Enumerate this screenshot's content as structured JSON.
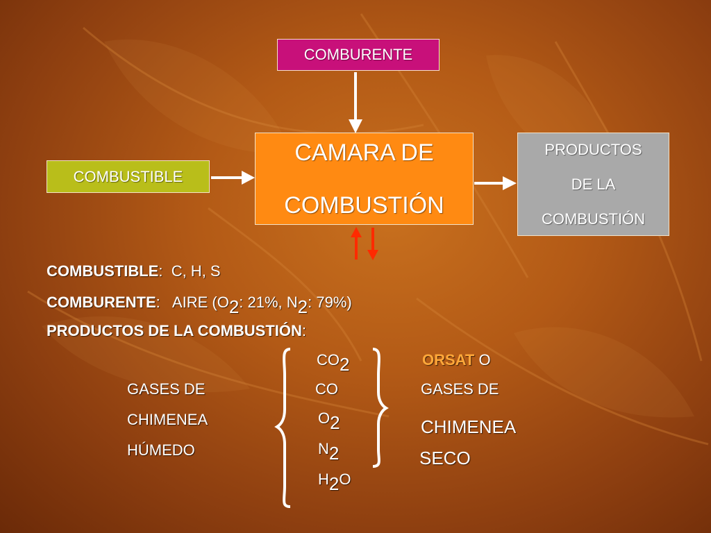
{
  "diagram": {
    "comburente_label": "COMBURENTE",
    "camara_line1": "CAMARA DE",
    "camara_line2": "COMBUSTIÓN",
    "combustible_label": "COMBUSTIBLE",
    "productos_line1": "PRODUCTOS",
    "productos_line2": "DE LA",
    "productos_line3": "COMBUSTIÓN"
  },
  "info": {
    "combustible_key": "COMBUSTIBLE",
    "combustible_colon": ":",
    "combustible_value": "C, H, S",
    "comburente_key": "COMBURENTE",
    "comburente_colon": ":",
    "comburente_value_a": "AIRE (O",
    "comburente_sub_a": "2",
    "comburente_value_b": ": 21%, N",
    "comburente_sub_b": "2",
    "comburente_value_c": ": 79%)",
    "productos_key": "PRODUCTOS DE LA COMBUSTIÓN",
    "productos_colon": ":"
  },
  "humid": {
    "line1": "GASES DE",
    "line2": "CHIMENEA",
    "line3": "HÚMEDO"
  },
  "gases": {
    "co2": "CO",
    "co2_sub": "2",
    "co": "CO",
    "o2": "O",
    "o2_sub": "2",
    "n2": "N",
    "n2_sub": "2",
    "h2o_a": "H",
    "h2o_sub": "2",
    "h2o_b": "O"
  },
  "dry": {
    "orsat": "ORSAT",
    "o": "O",
    "line2": "GASES DE",
    "line3": "CHIMENEA",
    "line4": "SECO"
  },
  "colors": {
    "comburente": "#c8107a",
    "camara": "#ff8a12",
    "combustible": "#b9be1a",
    "productos": "#a9a9a9",
    "orsat": "#ffa83a",
    "red_arrow": "#ff2a00"
  }
}
